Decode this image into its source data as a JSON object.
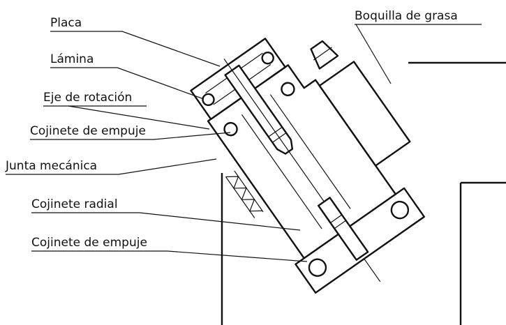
{
  "labels": {
    "placa": "Placa",
    "lamina": "Lámina",
    "eje": "Eje de rotación",
    "cojinete_empuje_1": "Cojinete de empuje",
    "junta": "Junta mecánica",
    "cojinete_radial": "Cojinete radial",
    "cojinete_empuje_2": "Cojinete de empuje",
    "boquilla": "Boquilla de grasa"
  }
}
